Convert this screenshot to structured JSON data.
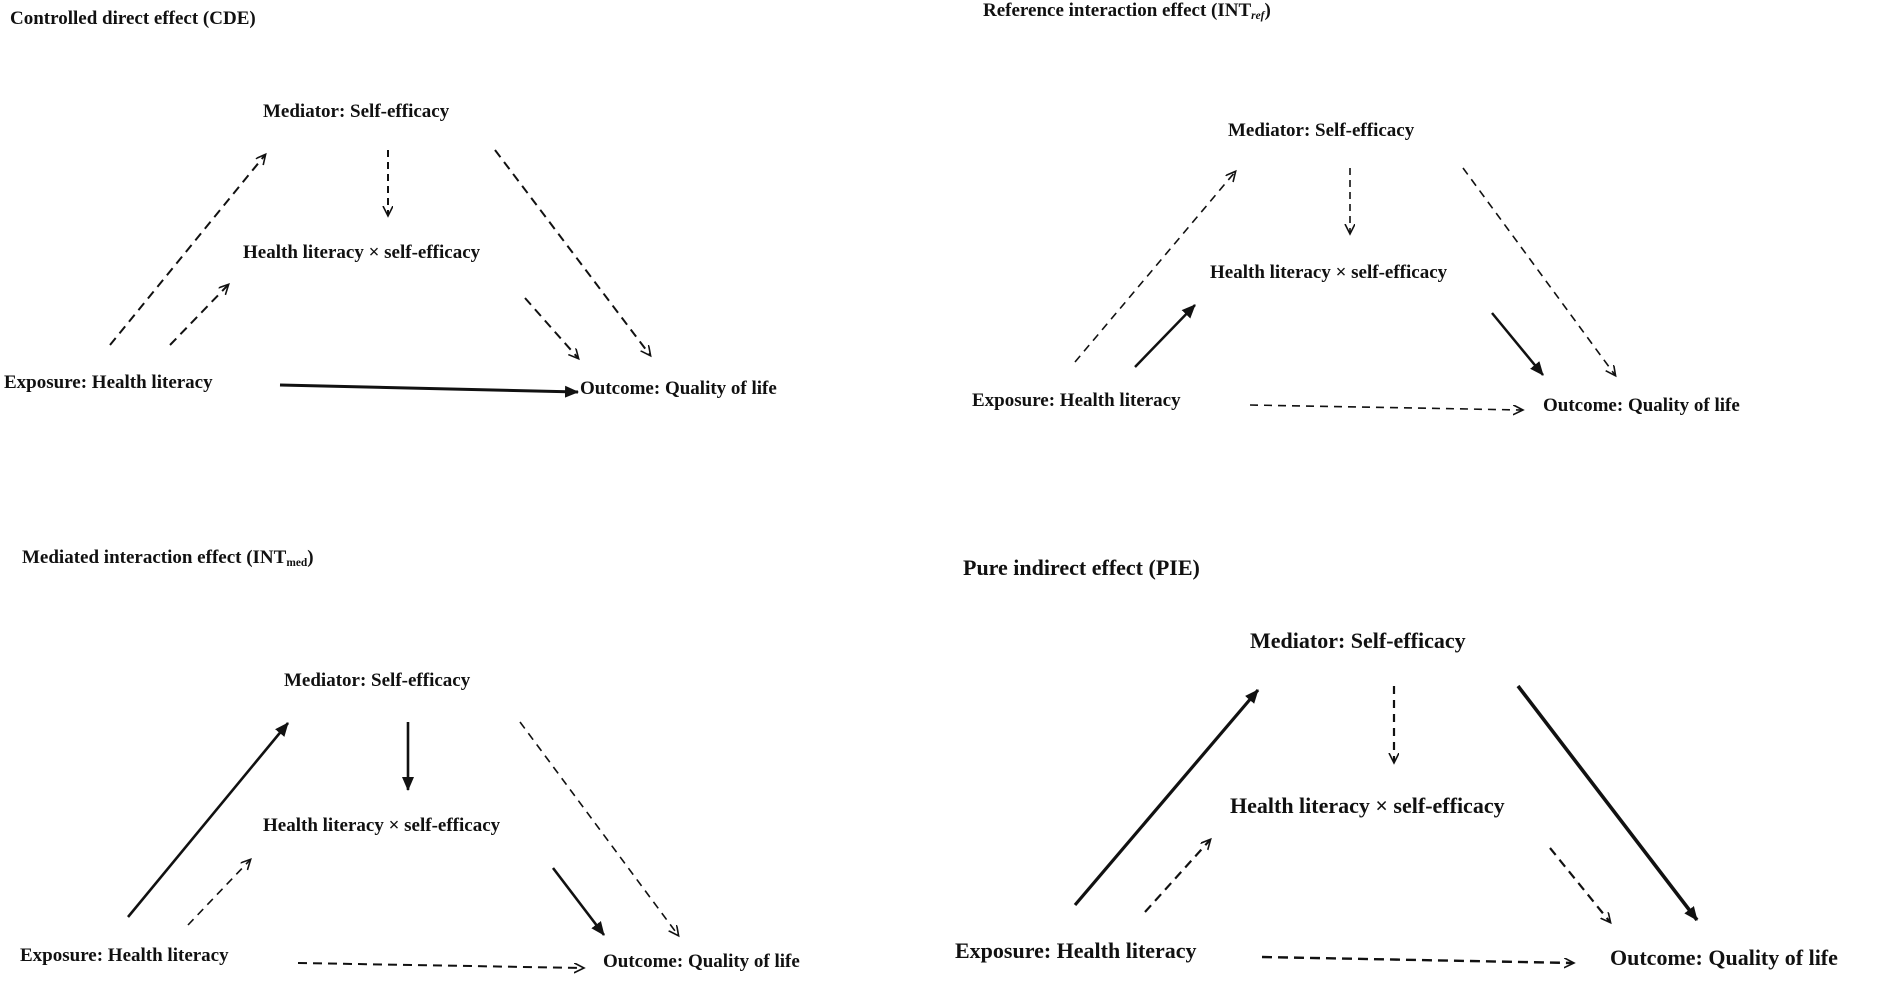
{
  "panels": [
    {
      "title_main": "Controlled direct effect (CDE)",
      "title_sub": "",
      "mediator": "Mediator: Self-efficacy",
      "interaction": "Health literacy × self-efficacy",
      "exposure": "Exposure: Health literacy",
      "outcome": "Outcome: Quality of life"
    },
    {
      "title_main": "Reference interaction effect (INT",
      "title_sub": "ref",
      "title_end": ")",
      "mediator": "Mediator: Self-efficacy",
      "interaction": "Health literacy × self-efficacy",
      "exposure": "Exposure: Health literacy",
      "outcome": "Outcome: Quality of life"
    },
    {
      "title_main": "Mediated interaction effect (INT",
      "title_sub": "med",
      "title_end": ")",
      "mediator": "Mediator: Self-efficacy",
      "interaction": "Health literacy × self-efficacy",
      "exposure": "Exposure: Health literacy",
      "outcome": "Outcome: Quality of life"
    },
    {
      "title_main": "Pure indirect effect (PIE)",
      "title_sub": "",
      "mediator": "Mediator: Self-efficacy",
      "interaction": "Health literacy × self-efficacy",
      "exposure": "Exposure: Health literacy",
      "outcome": "Outcome: Quality of life"
    }
  ],
  "arrow_styles": {
    "cde": {
      "exp_med": "dashed",
      "exp_int": "dashed",
      "med_int": "dashed",
      "int_out": "dashed",
      "med_out": "dashed",
      "exp_out": "solid"
    },
    "int_ref": {
      "exp_med": "dashed",
      "exp_int": "solid",
      "med_int": "dashed",
      "int_out": "solid",
      "med_out": "dashed",
      "exp_out": "dashed"
    },
    "int_med": {
      "exp_med": "solid",
      "exp_int": "dashed",
      "med_int": "solid",
      "int_out": "solid",
      "med_out": "dashed",
      "exp_out": "dashed"
    },
    "pie": {
      "exp_med": "solid",
      "exp_int": "dashed",
      "med_int": "dashed",
      "int_out": "dashed",
      "med_out": "solid",
      "exp_out": "dashed"
    }
  },
  "colors": {
    "ink": "#111111",
    "background": "#ffffff"
  }
}
